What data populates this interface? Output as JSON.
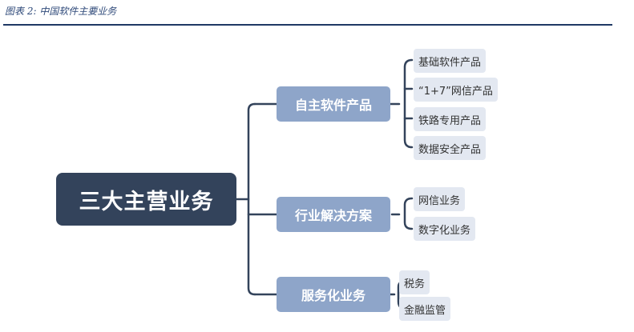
{
  "caption": "图表 2:  中国软件主要业务",
  "root": {
    "label": "三大主营业务"
  },
  "branches": [
    {
      "label": "自主软件产品",
      "children": [
        "基础软件产品",
        "“1+7”网信产品",
        "铁路专用产品",
        "数据安全产品"
      ]
    },
    {
      "label": "行业解决方案",
      "children": [
        "网信业务",
        "数字化业务"
      ]
    },
    {
      "label": "服务化业务",
      "children": [
        "税务",
        "金融监管"
      ]
    }
  ],
  "colors": {
    "root_fill": "#33435b",
    "branch_fill": "#8ea5c9",
    "leaf_fill": "#e3e8f1",
    "connector": "#33435b",
    "caption_rule": "#1f3864"
  }
}
